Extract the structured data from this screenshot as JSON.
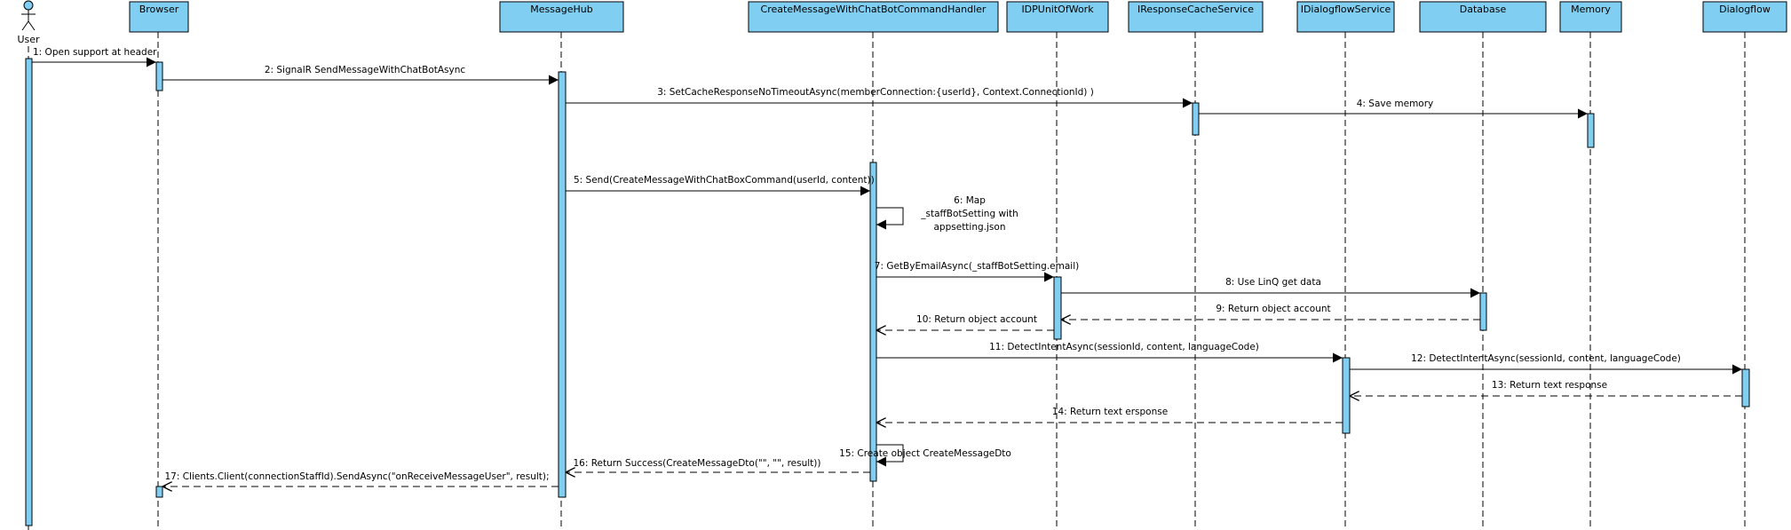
{
  "diagram": {
    "actor": {
      "label": "User"
    },
    "participants": [
      "Browser",
      "MessageHub",
      "CreateMessageWithChatBotCommandHandler",
      "IDPUnitOfWork",
      "IResponseCacheService",
      "IDialogflowService",
      "Database",
      "Memory",
      "Dialogflow"
    ],
    "messages": [
      {
        "text": "1: Open support at header",
        "kind": "sync"
      },
      {
        "text": "2: SignalR SendMessageWithChatBotAsync",
        "kind": "sync"
      },
      {
        "text": "3: SetCacheResponseNoTimeoutAsync(memberConnection:{userId}, Context.ConnectionId) )",
        "kind": "sync"
      },
      {
        "text": "4: Save memory",
        "kind": "sync"
      },
      {
        "text": "5: Send(CreateMessageWithChatBoxCommand(userId, content))",
        "kind": "sync"
      },
      {
        "text_lines": [
          "6: Map",
          "_staffBotSetting with",
          "appsetting.json"
        ],
        "kind": "self"
      },
      {
        "text": "7: GetByEmailAsync(_staffBotSetting.email)",
        "kind": "sync"
      },
      {
        "text": "8: Use LinQ get data",
        "kind": "sync"
      },
      {
        "text": "9: Return object account",
        "kind": "return"
      },
      {
        "text": "10: Return object account",
        "kind": "return"
      },
      {
        "text": "11: DetectIntentAsync(sessionId, content, languageCode)",
        "kind": "sync"
      },
      {
        "text": "12: DetectIntentAsync(sessionId, content, languageCode)",
        "kind": "sync"
      },
      {
        "text": "13: Return text response",
        "kind": "return"
      },
      {
        "text": "14: Return text ersponse",
        "kind": "return"
      },
      {
        "text_lines": [
          "15: Create object CreateMessageDto"
        ],
        "kind": "self"
      },
      {
        "text": "16: Return Success(CreateMessageDto(\"\", \"\", result))",
        "kind": "return"
      },
      {
        "text": "17:  Clients.Client(connectionStaffId).SendAsync(\"onReceiveMessageUser\", result);",
        "kind": "return"
      }
    ]
  }
}
